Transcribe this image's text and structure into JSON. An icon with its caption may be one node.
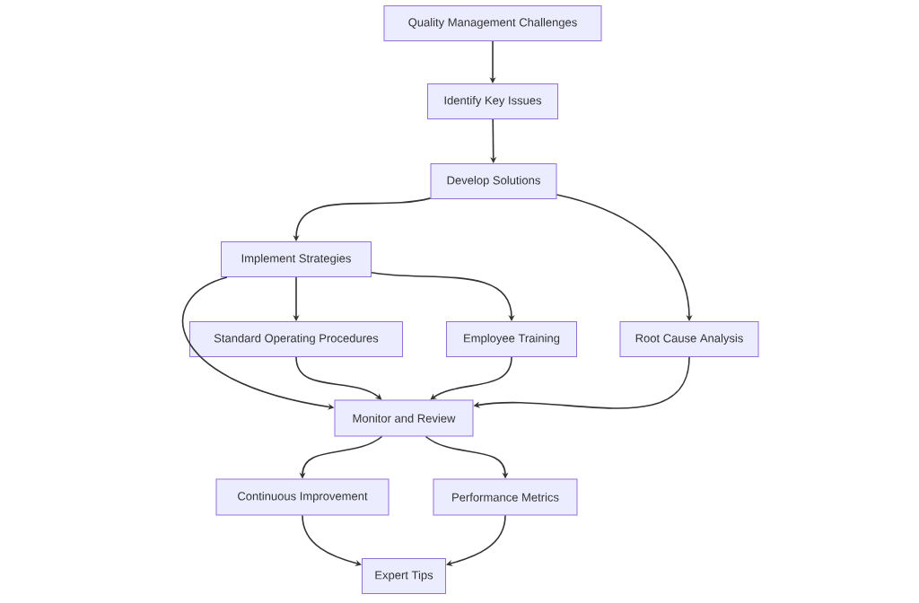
{
  "diagram": {
    "nodes": [
      {
        "text": [
          "Quality Management Challenges"
        ]
      },
      {
        "text": [
          "Identify Key Issues"
        ]
      },
      {
        "text": [
          "Develop Solutions"
        ]
      },
      {
        "text": [
          "Implement Strategies"
        ]
      },
      {
        "text": [
          "Standard Operating Procedures"
        ]
      },
      {
        "text": [
          "Employee Training"
        ]
      },
      {
        "text": [
          "Root Cause Analysis"
        ]
      },
      {
        "text": [
          "Monitor and Review"
        ]
      },
      {
        "text": [
          "Continuous Improvement"
        ]
      },
      {
        "text": [
          "Performance Metrics"
        ]
      },
      {
        "text": [
          "Expert Tips"
        ]
      }
    ],
    "edges": [
      {
        "from": 0,
        "to": 1,
        "arrow": "to"
      },
      {
        "from": 1,
        "to": 2,
        "arrow": "to"
      },
      {
        "from": 2,
        "to": 3,
        "arrow": "to"
      },
      {
        "from": 2,
        "to": 6,
        "arrow": "to"
      },
      {
        "from": 3,
        "to": 4,
        "arrow": "to"
      },
      {
        "from": 3,
        "to": 5,
        "arrow": "to"
      },
      {
        "from": 3,
        "to": 7,
        "arrow": "to"
      },
      {
        "from": 4,
        "to": 7,
        "arrow": "to"
      },
      {
        "from": 5,
        "to": 7,
        "arrow": "to"
      },
      {
        "from": 6,
        "to": 7,
        "arrow": "to"
      },
      {
        "from": 7,
        "to": 8,
        "arrow": "to"
      },
      {
        "from": 7,
        "to": 9,
        "arrow": "to"
      },
      {
        "from": 8,
        "to": 10,
        "arrow": "to"
      },
      {
        "from": 9,
        "to": 10,
        "arrow": "to"
      }
    ]
  }
}
